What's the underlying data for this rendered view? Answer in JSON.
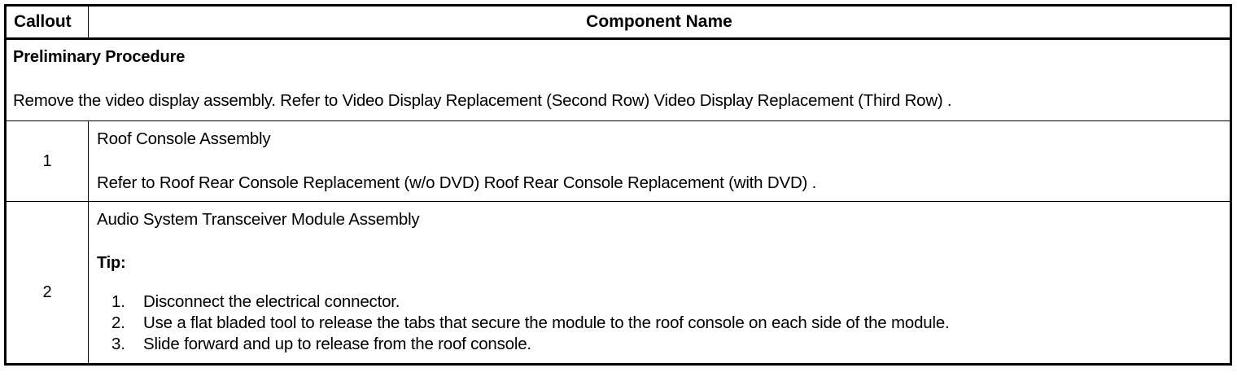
{
  "table": {
    "headers": {
      "callout": "Callout",
      "component": "Component Name"
    },
    "preliminary": {
      "title": "Preliminary Procedure",
      "text": "Remove the video display assembly. Refer to Video Display Replacement (Second Row) Video Display Replacement (Third Row) ."
    },
    "rows": [
      {
        "callout": "1",
        "name": "Roof Console Assembly",
        "reference": "Refer to Roof Rear Console Replacement (w/o DVD) Roof Rear Console Replacement (with DVD) ."
      },
      {
        "callout": "2",
        "name": "Audio System Transceiver Module Assembly",
        "tip_label": "Tip:",
        "steps": [
          {
            "num": "1.",
            "text": "Disconnect the electrical connector."
          },
          {
            "num": "2.",
            "text": "Use a flat bladed tool to release the tabs that secure the module to the roof console on each side of the module."
          },
          {
            "num": "3.",
            "text": "Slide forward and up to release from the roof console."
          }
        ]
      }
    ]
  },
  "colors": {
    "border": "#000000",
    "text": "#000000",
    "background": "#ffffff"
  }
}
